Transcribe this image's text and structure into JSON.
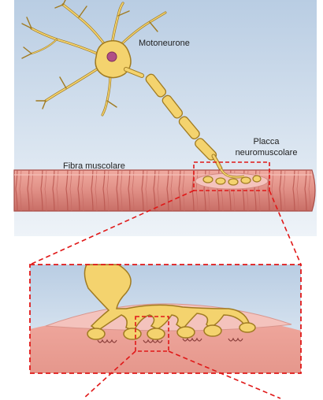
{
  "labels": {
    "motoneuron": "Motoneurone",
    "muscle_fiber": "Fibra muscolare",
    "endplate_line1": "Placca",
    "endplate_line2": "neuromuscolare"
  },
  "colors": {
    "background_top": "#b9cde3",
    "background_bottom": "#eef3f8",
    "axon_fill": "#f4d36e",
    "axon_outline": "#a07b22",
    "nucleus": "#b04f86",
    "muscle_fill": "#e08f86",
    "muscle_stripe": "#b9554e",
    "endplate_pink": "#f4c3bd",
    "dashed_frame": "#e01818"
  }
}
